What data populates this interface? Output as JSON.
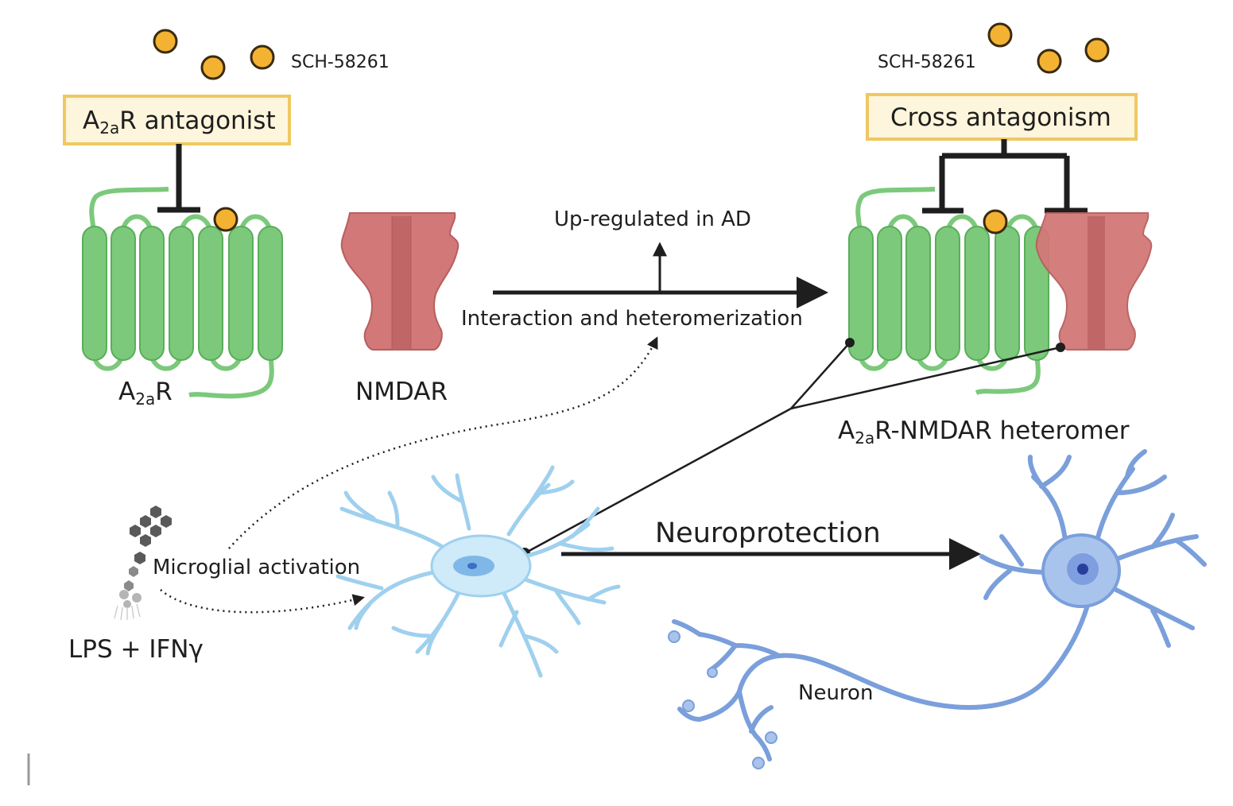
{
  "left_panel": {
    "ligand_label": "SCH-58261",
    "antagonist_box": {
      "prefix": "A",
      "subscript": "2a",
      "suffix": "R antagonist"
    },
    "receptor_label": {
      "prefix": "A",
      "subscript": "2a",
      "suffix": "R"
    },
    "nmdar_label": "NMDAR"
  },
  "middle": {
    "upregulated_label": "Up-regulated in AD",
    "interaction_label": "Interaction and heteromerization"
  },
  "right_panel": {
    "ligand_label": "SCH-58261",
    "cross_box_label": "Cross antagonism",
    "heteromer_label": {
      "prefix": "A",
      "subscript": "2a",
      "suffix": "R-NMDAR heteromer"
    }
  },
  "bottom": {
    "lps_label": "LPS + IFNγ",
    "microglial_label": "Microglial activation",
    "neuroprotection_label": "Neuroprotection",
    "neuron_label": "Neuron"
  },
  "colors": {
    "gpcr_green": "#7cc97c",
    "gpcr_green_stroke": "#5aae5a",
    "nmdar_red": "#d27878",
    "nmdar_dark": "#b85e5e",
    "ligand_fill": "#f3b232",
    "ligand_stroke": "#3a2a10",
    "box_fill": "#fdf5dc",
    "box_stroke": "#f0c860",
    "microglia_fill": "#cfeaf8",
    "microglia_stroke": "#9fd0ee",
    "neuron_fill": "#a9c4ec",
    "neuron_stroke": "#7a9fdb",
    "arrow": "#1e1e1e"
  }
}
